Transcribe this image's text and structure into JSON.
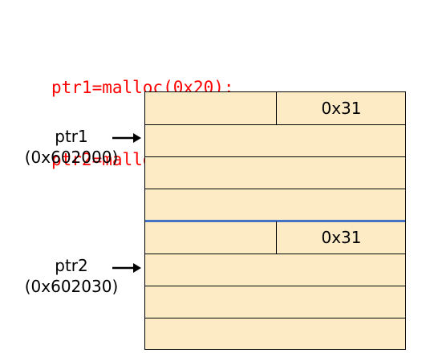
{
  "code": {
    "lines": [
      "ptr1=malloc(0x20);",
      "ptr2=malloc(0x20);"
    ],
    "color": "#ff0000"
  },
  "memory": {
    "fill_color": "#fdebc6",
    "divider_color": "#4472c4",
    "chunks": [
      {
        "size_field": "0x31",
        "pointer_name": "ptr1",
        "pointer_address": "(0x602000)"
      },
      {
        "size_field": "0x31",
        "pointer_name": "ptr2",
        "pointer_address": "(0x602030)"
      }
    ]
  }
}
